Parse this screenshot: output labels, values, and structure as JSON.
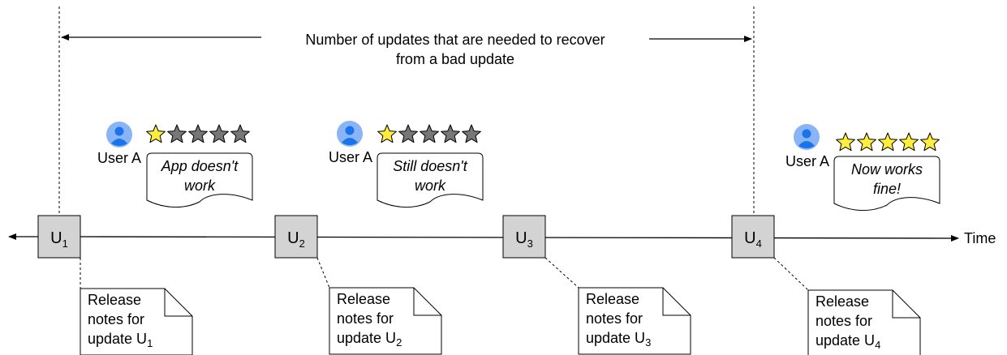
{
  "span": {
    "label_line1": "Number of updates that are needed to recover",
    "label_line2": "from a bad update"
  },
  "axis": {
    "label": "Time"
  },
  "updates": [
    {
      "prefix": "U",
      "sub": "1",
      "note": {
        "line1": "Release",
        "line2": "notes for",
        "line3_prefix": "update U",
        "line3_sub": "1"
      }
    },
    {
      "prefix": "U",
      "sub": "2",
      "note": {
        "line1": "Release",
        "line2": "notes for",
        "line3_prefix": "update U",
        "line3_sub": "2"
      }
    },
    {
      "prefix": "U",
      "sub": "3",
      "note": {
        "line1": "Release",
        "line2": "notes for",
        "line3_prefix": "update U",
        "line3_sub": "3"
      }
    },
    {
      "prefix": "U",
      "sub": "4",
      "note": {
        "line1": "Release",
        "line2": "notes for",
        "line3_prefix": "update U",
        "line3_sub": "4"
      }
    }
  ],
  "reviews": [
    {
      "user": "User A",
      "rating": 1,
      "max_rating": 5,
      "line1": "App doesn't",
      "line2": "work"
    },
    {
      "user": "User A",
      "rating": 1,
      "max_rating": 5,
      "line1": "Still doesn't",
      "line2": "work"
    },
    {
      "user": "User A",
      "rating": 5,
      "max_rating": 5,
      "line1": "Now works",
      "line2": "fine!"
    }
  ],
  "colors": {
    "box_fill": "#d3d3d3",
    "star_on": "#ffee3b",
    "star_off": "#777777",
    "avatar": "#8ab4f8",
    "avatar_person": "#1a73e8"
  },
  "icons": {
    "avatar": "user-avatar-icon",
    "star": "star-icon",
    "note": "document-icon"
  }
}
